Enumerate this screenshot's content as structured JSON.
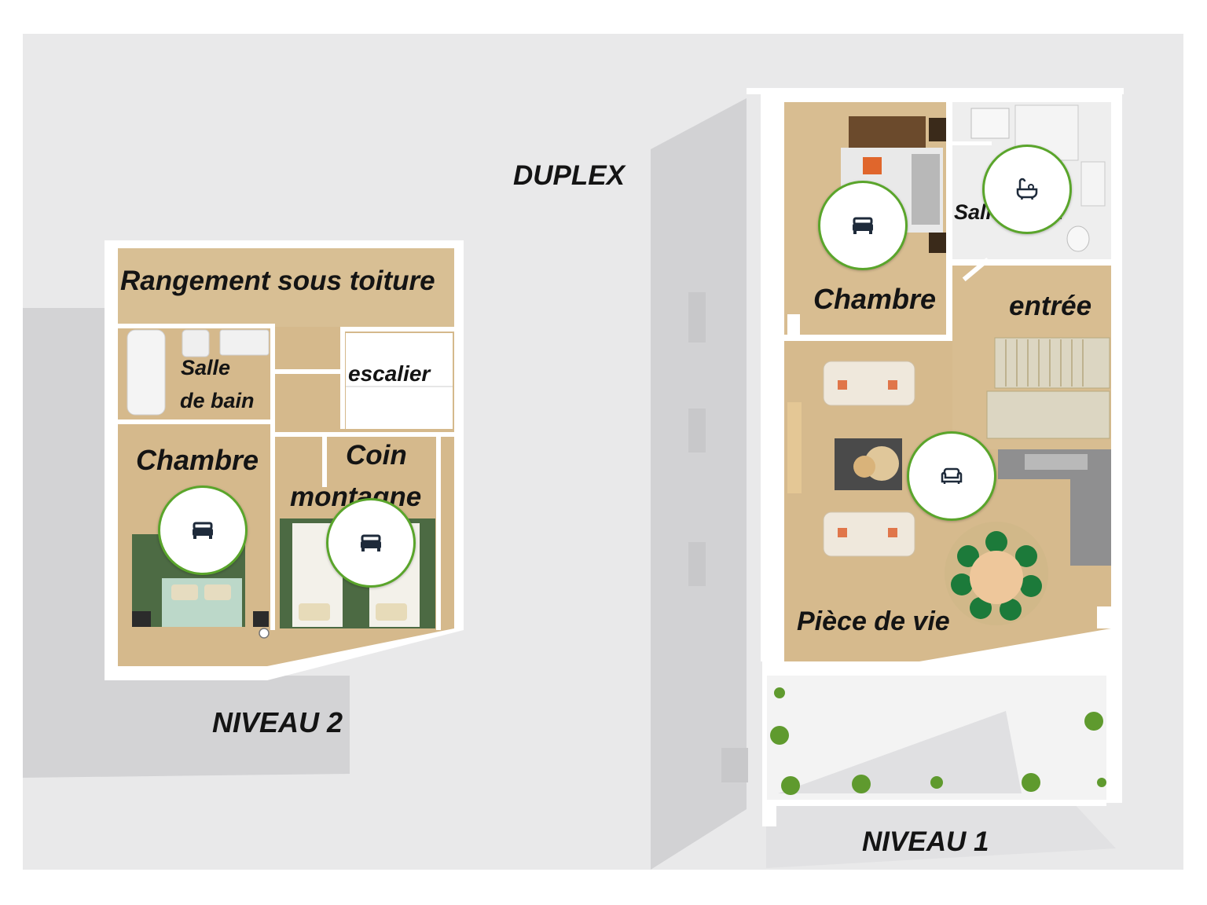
{
  "title": "DUPLEX",
  "colors": {
    "background": "#e9e9ea",
    "wall": "#ffffff",
    "floor": "#d8bd92",
    "marker_border": "#5aa52b",
    "text": "#141414"
  },
  "level2": {
    "label": "NIVEAU 2",
    "rooms": {
      "storage": "Rangement sous toiture",
      "bathroom_line1": "Salle",
      "bathroom_line2": "de bain",
      "stairs": "escalier",
      "bedroom": "Chambre",
      "corner_line1": "Coin",
      "corner_line2": "montagne"
    },
    "markers": [
      {
        "icon": "bed-icon"
      },
      {
        "icon": "bed-icon"
      }
    ]
  },
  "level1": {
    "label": "NIVEAU 1",
    "rooms": {
      "bedroom": "Chambre",
      "shower_room": "Salle d'eau",
      "entrance": "entrée",
      "living": "Pièce de vie"
    },
    "markers": [
      {
        "icon": "bed-icon"
      },
      {
        "icon": "bath-icon"
      },
      {
        "icon": "sofa-icon"
      }
    ]
  }
}
